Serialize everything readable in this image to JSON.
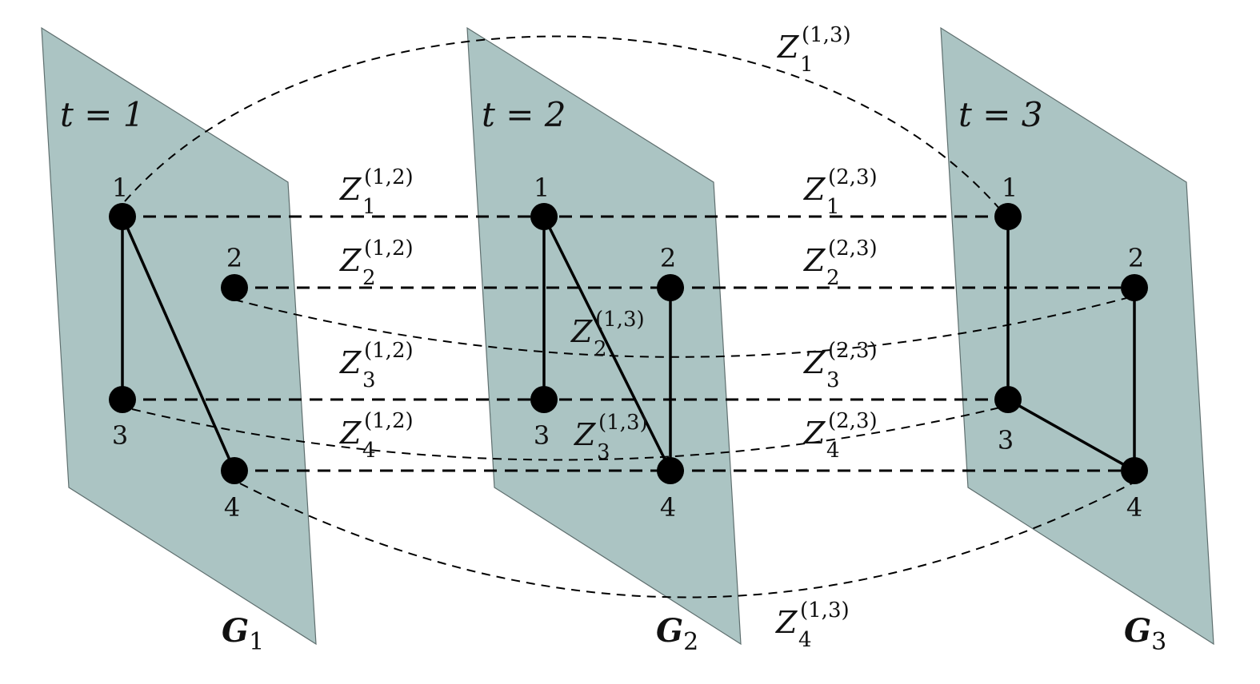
{
  "colors": {
    "plane": "#abc4c3",
    "plane_stroke": "#5f6f6f",
    "ink": "#000000"
  },
  "graphs": [
    {
      "time_label": "t = 1",
      "name": "G",
      "index": "1",
      "nodes": [
        "1",
        "2",
        "3",
        "4"
      ],
      "edges": [
        [
          "1",
          "3"
        ],
        [
          "1",
          "4"
        ]
      ]
    },
    {
      "time_label": "t = 2",
      "name": "G",
      "index": "2",
      "nodes": [
        "1",
        "2",
        "3",
        "4"
      ],
      "edges": [
        [
          "1",
          "3"
        ],
        [
          "1",
          "4"
        ],
        [
          "2",
          "4"
        ]
      ]
    },
    {
      "time_label": "t = 3",
      "name": "G",
      "index": "3",
      "nodes": [
        "1",
        "2",
        "3",
        "4"
      ],
      "edges": [
        [
          "1",
          "3"
        ],
        [
          "3",
          "4"
        ],
        [
          "2",
          "4"
        ]
      ]
    }
  ],
  "links_12": [
    {
      "main": "Z",
      "sub": "1",
      "sup": "(1,2)"
    },
    {
      "main": "Z",
      "sub": "2",
      "sup": "(1,2)"
    },
    {
      "main": "Z",
      "sub": "3",
      "sup": "(1,2)"
    },
    {
      "main": "Z",
      "sub": "4",
      "sup": "(1,2)"
    }
  ],
  "links_23": [
    {
      "main": "Z",
      "sub": "1",
      "sup": "(2,3)"
    },
    {
      "main": "Z",
      "sub": "2",
      "sup": "(2,3)"
    },
    {
      "main": "Z",
      "sub": "3",
      "sup": "(2,3)"
    },
    {
      "main": "Z",
      "sub": "4",
      "sup": "(2,3)"
    }
  ],
  "links_13": [
    {
      "main": "Z",
      "sub": "1",
      "sup": "(1,3)"
    },
    {
      "main": "Z",
      "sub": "2",
      "sup": "(1,3)"
    },
    {
      "main": "Z",
      "sub": "3",
      "sup": "(1,3)"
    },
    {
      "main": "Z",
      "sub": "4",
      "sup": "(1,3)"
    }
  ]
}
